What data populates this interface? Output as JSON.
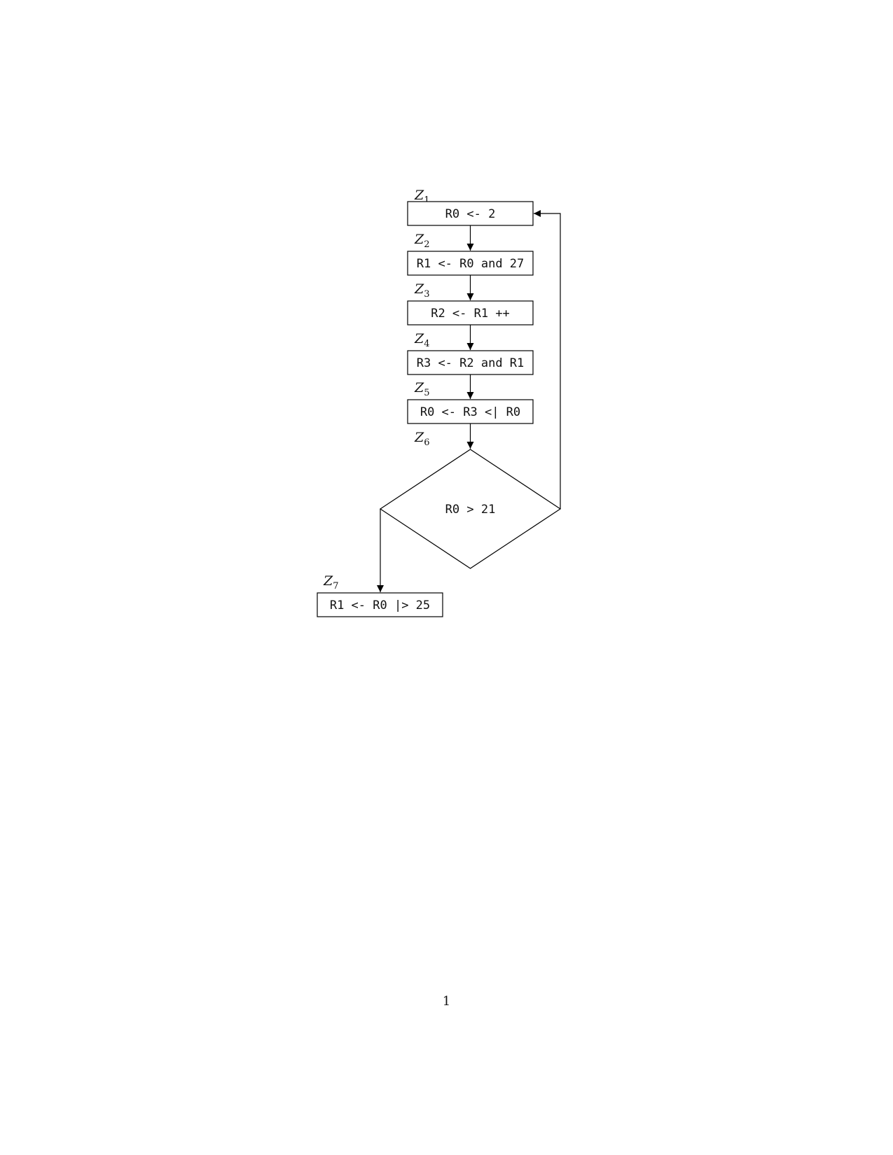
{
  "diagram": {
    "type": "flowchart",
    "nodes": [
      {
        "id": "Z1",
        "label_letter": "Z",
        "label_index": "1",
        "shape": "rect",
        "text": "R0 <- 2"
      },
      {
        "id": "Z2",
        "label_letter": "Z",
        "label_index": "2",
        "shape": "rect",
        "text": "R1 <- R0 and 27"
      },
      {
        "id": "Z3",
        "label_letter": "Z",
        "label_index": "3",
        "shape": "rect",
        "text": "R2 <- R1 ++"
      },
      {
        "id": "Z4",
        "label_letter": "Z",
        "label_index": "4",
        "shape": "rect",
        "text": "R3 <- R2 and R1"
      },
      {
        "id": "Z5",
        "label_letter": "Z",
        "label_index": "5",
        "shape": "rect",
        "text": "R0 <- R3 <| R0"
      },
      {
        "id": "Z6",
        "label_letter": "Z",
        "label_index": "6",
        "shape": "diamond",
        "text": "R0 > 21"
      },
      {
        "id": "Z7",
        "label_letter": "Z",
        "label_index": "7",
        "shape": "rect",
        "text": "R1 <- R0 |> 25"
      }
    ],
    "edges": [
      {
        "from": "Z1",
        "to": "Z2"
      },
      {
        "from": "Z2",
        "to": "Z3"
      },
      {
        "from": "Z3",
        "to": "Z4"
      },
      {
        "from": "Z4",
        "to": "Z5"
      },
      {
        "from": "Z5",
        "to": "Z6"
      },
      {
        "from": "Z6",
        "to": "Z1",
        "via": "right vertex loop back"
      },
      {
        "from": "Z6",
        "to": "Z7",
        "via": "left vertex"
      }
    ]
  },
  "page": {
    "number": "1"
  }
}
